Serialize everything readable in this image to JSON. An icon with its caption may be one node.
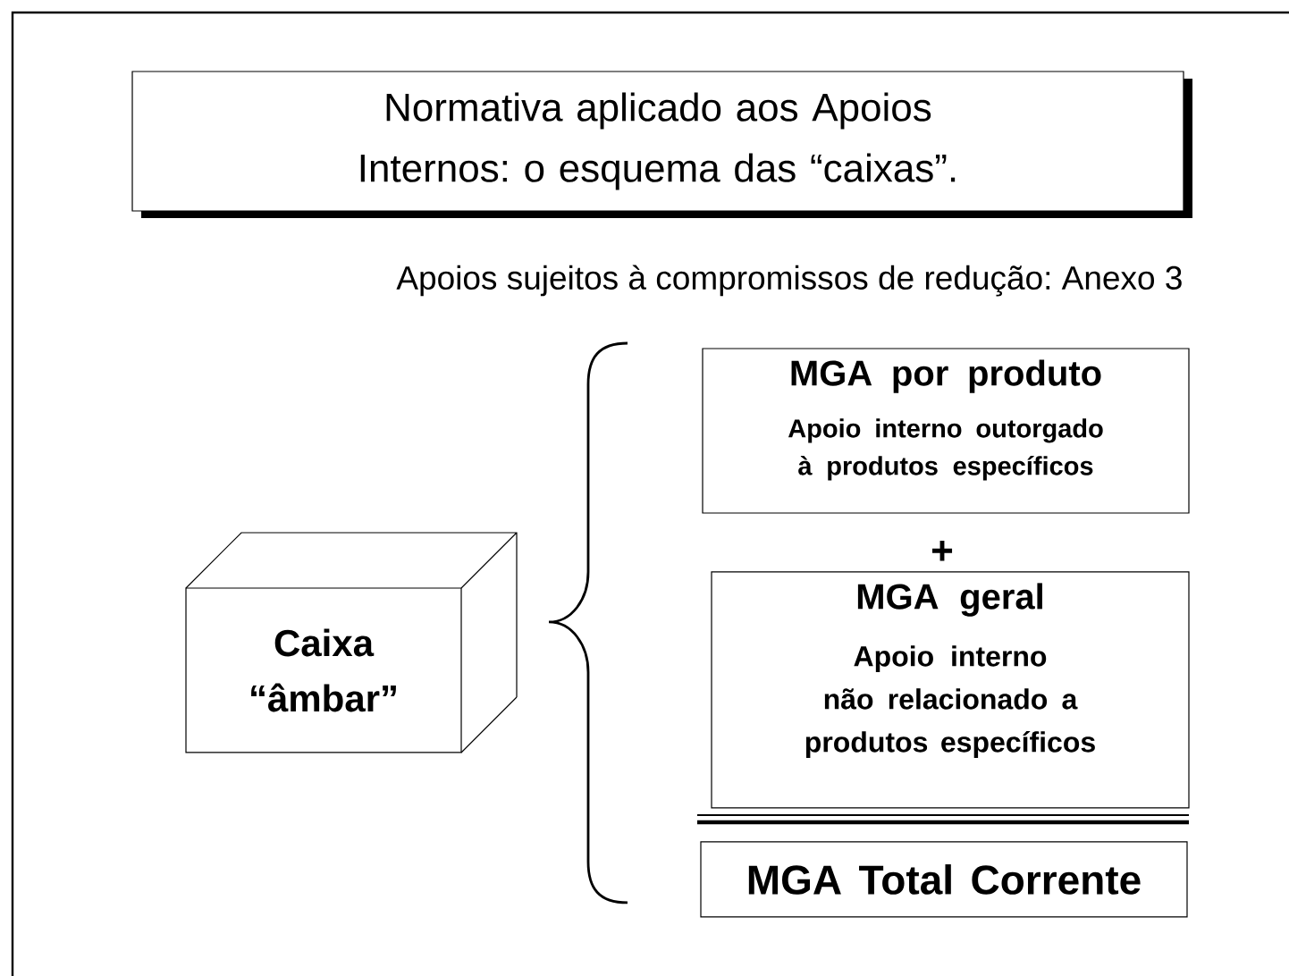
{
  "diagram": {
    "title": "Normativa aplicado aos Apoios Internos: o esquema das “caixas”.",
    "nodes": [
      {
        "text": [
          "Caixa “âmbar”"
        ]
      },
      {
        "text": [
          "MGA por produto",
          "Apoio interno outorgado à produtos específicos"
        ]
      },
      {
        "text": [
          "MGA geral",
          "Apoio interno não relacionado a produtos específicos"
        ]
      },
      {
        "text": [
          "MGA Total Corrente"
        ]
      }
    ],
    "labels": [
      "Apoios sujeitos à compromissos de redução: Anexo 3",
      "+"
    ]
  }
}
